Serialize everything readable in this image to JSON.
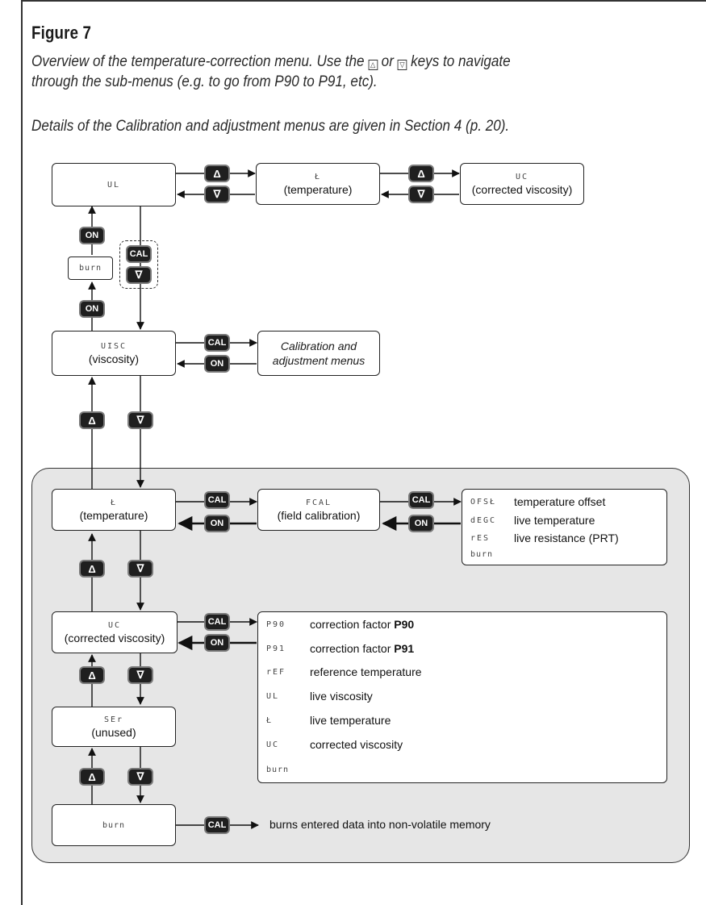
{
  "figure": {
    "title": "Figure 7",
    "caption_line1_pre": "Overview of the temperature-correction menu.  Use the ",
    "caption_line1_mid": " or ",
    "caption_line1_post": " keys to navigate",
    "caption_line2": "through the sub-menus (e.g. to go from P90 to P91, etc).",
    "caption_line3": "Details of the Calibration and adjustment menus are given in Section 4 (p. 20).",
    "up_glyph": "△",
    "down_glyph": "▽"
  },
  "keys": {
    "up": "Δ",
    "down": "∇",
    "cal": "CAL",
    "on": "ON"
  },
  "nodes": {
    "vl": {
      "lcd": "UL"
    },
    "t_top": {
      "lcd": "Ł",
      "label": "(temperature)"
    },
    "vc_top": {
      "lcd": "UC",
      "label": "(corrected viscosity)"
    },
    "burn_small": {
      "lcd": "burn"
    },
    "visc": {
      "lcd": "UISC",
      "label": "(viscosity)"
    },
    "calib": {
      "line1": "Calibration and",
      "line2": "adjustment menus"
    },
    "t": {
      "lcd": "Ł",
      "label": "(temperature)"
    },
    "fcal": {
      "lcd": "FCAL",
      "label": "(field calibration)"
    },
    "vc": {
      "lcd": "UC",
      "label": "(corrected viscosity)"
    },
    "ser": {
      "lcd": "SEr",
      "label": "(unused)"
    },
    "burn": {
      "lcd": "burn"
    }
  },
  "fcal_list": [
    {
      "code": "OFSŁ",
      "desc": "temperature offset"
    },
    {
      "code": "dEGC",
      "desc": "live temperature"
    },
    {
      "code": "rES",
      "desc": "live resistance (PRT)"
    },
    {
      "code": "burn",
      "desc": ""
    }
  ],
  "vc_list": [
    {
      "code": "P90",
      "desc": "correction factor ",
      "bold": "P90"
    },
    {
      "code": "P91",
      "desc": "correction factor ",
      "bold": "P91"
    },
    {
      "code": "rEF",
      "desc": "reference temperature",
      "bold": ""
    },
    {
      "code": "UL",
      "desc": "live viscosity",
      "bold": ""
    },
    {
      "code": "Ł",
      "desc": "live temperature",
      "bold": ""
    },
    {
      "code": "UC",
      "desc": "corrected viscosity",
      "bold": ""
    },
    {
      "code": "burn",
      "desc": "",
      "bold": ""
    }
  ],
  "burn_note": "burns  entered data into non-volatile memory"
}
